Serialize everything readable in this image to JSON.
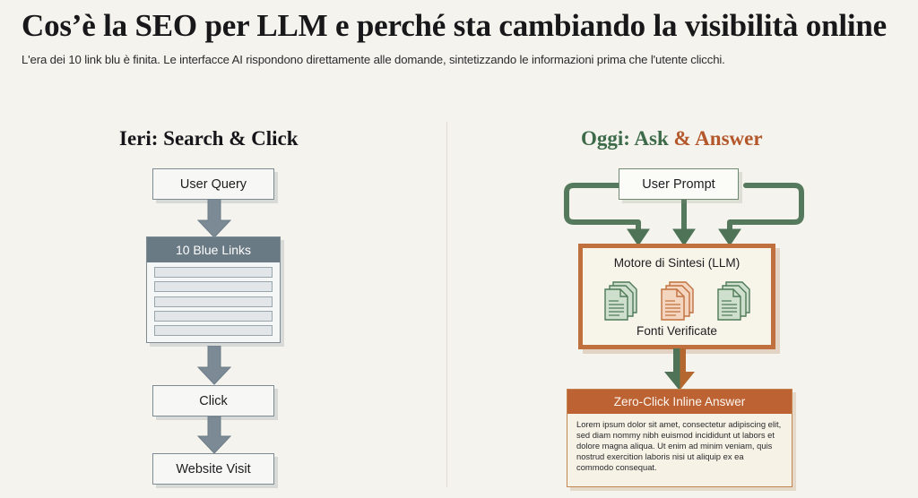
{
  "header": {
    "title": "Cos’è la SEO per LLM e perché sta cambiando la visibilità online",
    "subtitle": "L'era dei 10 link blu è finita. Le interfacce AI rispondono direttamente alle domande, sintetizzando le informazioni prima che l'utente clicchi."
  },
  "colors": {
    "background": "#f4f3ed",
    "grey_stroke": "#7e8b93",
    "serp_header": "#697a85",
    "green": "#3d6b4a",
    "green_connector": "#55795c",
    "rust": "#b4582c",
    "answer_header": "#bd6232",
    "llm_border": "#c0703f"
  },
  "left_column": {
    "title": "Ieri: Search & Click",
    "nodes": [
      {
        "id": "user-query",
        "label": "User Query"
      },
      {
        "id": "serp",
        "label": "10 Blue Links"
      },
      {
        "id": "click",
        "label": "Click"
      },
      {
        "id": "website-visit",
        "label": "Website Visit"
      }
    ],
    "serp_rows": [
      1,
      2,
      3,
      4,
      5
    ]
  },
  "right_column": {
    "title_green": "Oggi: Ask",
    "title_rust": "& Answer",
    "prompt": {
      "label": "User Prompt"
    },
    "llm": {
      "title": "Motore di Sintesi (LLM)",
      "caption": "Fonti Verificate",
      "docs": [
        {
          "id": "doc-green-left",
          "tone": "green"
        },
        {
          "id": "doc-rust-center",
          "tone": "rust"
        },
        {
          "id": "doc-green-right",
          "tone": "green"
        }
      ]
    },
    "answer": {
      "header": "Zero-Click Inline Answer",
      "body": "Lorem ipsum dolor sit amet, consectetur adipiscing elit, sed diam nommy nibh euismod incididunt ut labors et dolore magna aliqua. Ut enim ad minim veniam, quis nostrud exercition laboris nisi ut aliquip ex ea commodo consequat."
    }
  }
}
